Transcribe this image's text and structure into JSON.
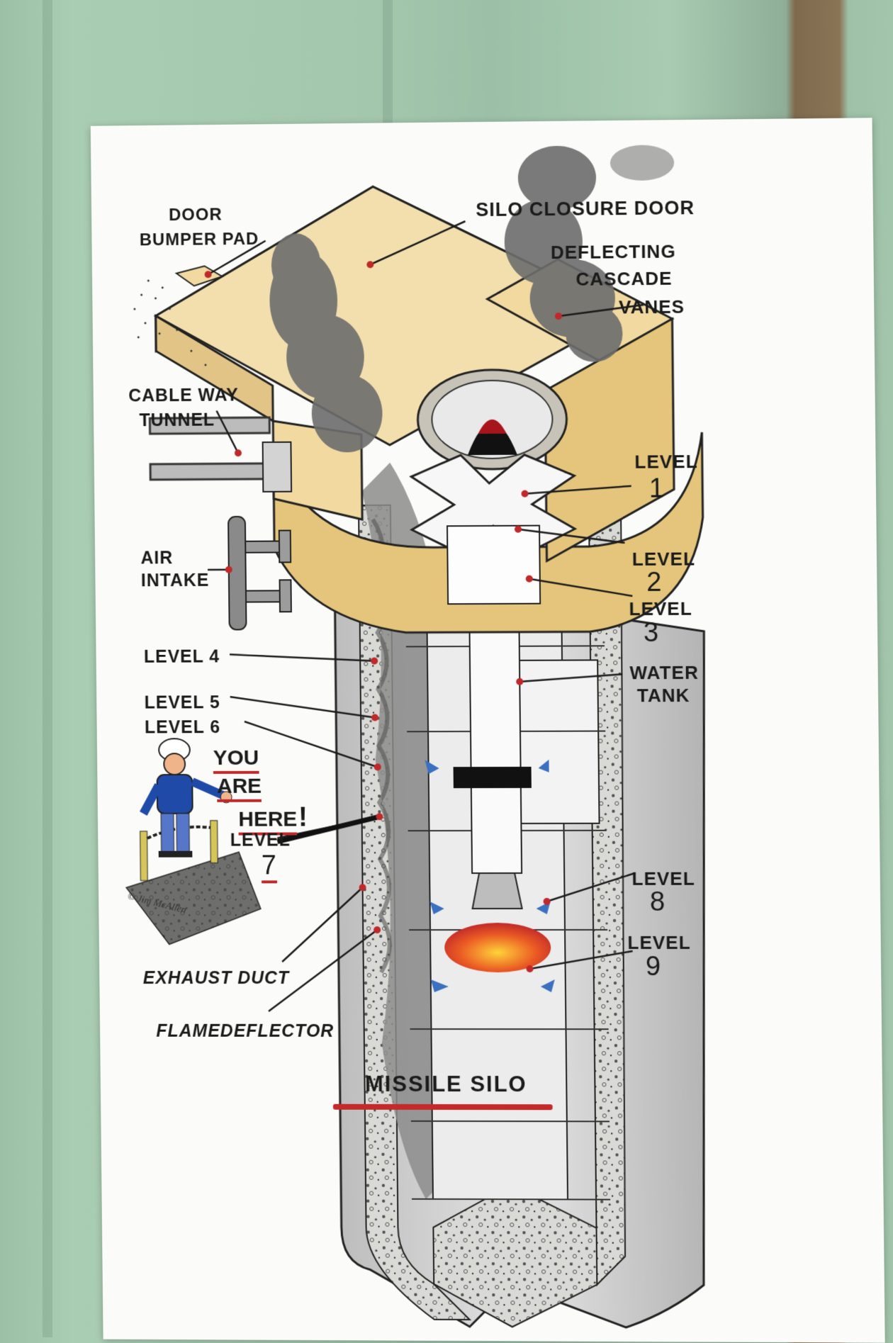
{
  "diagram": {
    "title": "MISSILE SILO",
    "labels": {
      "door_bumper_pad_1": "DOOR",
      "door_bumper_pad_2": "BUMPER PAD",
      "silo_closure_door": "SILO CLOSURE DOOR",
      "deflecting": "DEFLECTING",
      "cascade": "CASCADE",
      "vanes": "VANES",
      "cableway": "CABLE WAY",
      "tunnel": "TUNNEL",
      "air": "AIR",
      "intake": "INTAKE",
      "level_word": "LEVEL",
      "level_1": "1",
      "level_2": "2",
      "level_3": "3",
      "level_4": "LEVEL 4",
      "level_5": "LEVEL 5",
      "level_6": "LEVEL 6",
      "level_7_num": "7",
      "level_8": "8",
      "level_9": "9",
      "water": "WATER",
      "tank": "TANK",
      "exhaust_duct": "EXHAUST DUCT",
      "flame_deflector": "FLAMEDEFLECTOR"
    },
    "you_are_here": {
      "you": "YOU",
      "are": "ARE",
      "here": "HERE",
      "bang": "!"
    },
    "signature": "© Jim McAllen",
    "colors": {
      "concrete": "#c9c9c9",
      "door": "#f1d9a0",
      "smoke": "#6d6d6d",
      "leader_dot": "#c0282a",
      "title_underline": "#c42a2a",
      "flame": "#e2572a"
    }
  }
}
